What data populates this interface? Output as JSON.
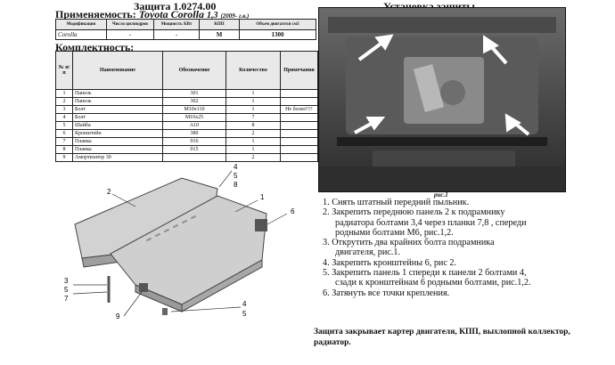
{
  "header": {
    "title": "Защита 1.0274.00",
    "applicability_label": "Применяемость:",
    "applicability_car": "Toyota Corolla",
    "applicability_engine": "1,3",
    "applicability_year": "(2009- г.в.)",
    "kit_label": "Комплектность:",
    "install_title": "Установка защиты"
  },
  "spec_table": {
    "headers": [
      "Модификация",
      "Число цилиндров",
      "Мощность КВт",
      "КПП",
      "Объем двигателя см3"
    ],
    "row": [
      "Corolla",
      "-",
      "-",
      "M",
      "1300"
    ]
  },
  "parts_table": {
    "headers": [
      "№ п/п",
      "Наименование",
      "Обозначение",
      "Количество",
      "Примечания"
    ],
    "rows": [
      [
        "1",
        "Панель",
        "301",
        "1",
        ""
      ],
      [
        "2",
        "Панель",
        "302",
        "1",
        ""
      ],
      [
        "3",
        "Болт",
        "M10x110",
        "1",
        "Не более!!!!"
      ],
      [
        "4",
        "Болт",
        "M10x25",
        "7",
        ""
      ],
      [
        "5",
        "Шайба",
        "A10",
        "8",
        ""
      ],
      [
        "6",
        "Кронштейн",
        "380",
        "2",
        ""
      ],
      [
        "7",
        "Планка",
        "016",
        "1",
        ""
      ],
      [
        "8",
        "Планка",
        "015",
        "1",
        ""
      ],
      [
        "9",
        "Амортизатор 30",
        "",
        "2",
        ""
      ]
    ]
  },
  "photo_caption": "рис.1",
  "drawing_labels": {
    "l2": "2",
    "l4a": "4",
    "l5a": "5",
    "l8": "8",
    "l1": "1",
    "l6": "6",
    "l3": "3",
    "l5b": "5",
    "l7": "7",
    "l9": "9",
    "l4b": "4",
    "l5c": "5"
  },
  "steps": [
    "1. Снять штатный передний пыльник.",
    "2. Закрепить переднюю панель 2 к подрамнику",
    "радиатора болтами 3,4 через  планки 7,8 , спереди",
    "родными болтами М6, рис.1,2.",
    "3. Открутить два крайних болта подрамника",
    "двигателя, рис.1.",
    "4. Закрепить кронштейны 6, рис 2.",
    "5. Закрепить панель 1 спереди к панели 2 болтами 4,",
    "сзади к кронштейнам 6 родными болтами, рис.1,2.",
    "6. Затянуть все точки крепления."
  ],
  "footer_note": "Защита закрывает картер двигателя, КПП, выхлопной коллектор, радиатор."
}
